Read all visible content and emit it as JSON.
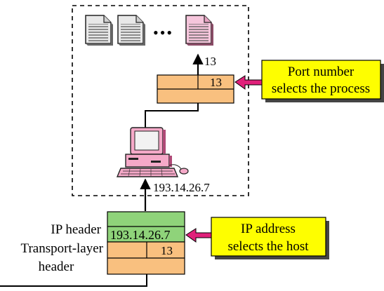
{
  "diagram": {
    "process_port_label": "13",
    "transport_box_port": "13",
    "host_ip_label": "193.14.26.7",
    "ellipsis": "•••",
    "callout_port": {
      "line1": "Port number",
      "line2": "selects the process"
    },
    "callout_ip": {
      "line1": "IP address",
      "line2": "selects the host"
    },
    "packet": {
      "ip_header_label": "IP header",
      "ip_value": "193.14.26.7",
      "transport_label_line1": "Transport-layer",
      "transport_label_line2": "header",
      "port_value": "13"
    },
    "colors": {
      "orange": "#f9c07f",
      "green": "#8fd37a",
      "yellow": "#fefe00",
      "magenta": "#e0207a",
      "pink_doc": "#f6c6dc",
      "monitor_pink": "#f5a9c8"
    }
  }
}
